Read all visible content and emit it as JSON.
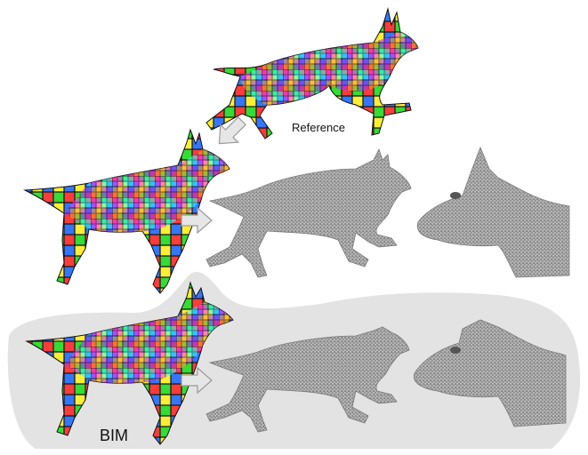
{
  "labels": {
    "reference": "Reference",
    "bim": "BIM"
  },
  "colors": {
    "background": "#ffffff",
    "bim_region": "#e3e3e3",
    "arrow_fill": "#e6e6e6",
    "arrow_stroke": "#9a9a9a",
    "mesh_gray": "#8c8c8c",
    "checker_palette": [
      "#ff3b3b",
      "#ffee33",
      "#33dd33",
      "#3377ff",
      "#ff33ff",
      "#33ffff",
      "#111111",
      "#aaaaaa",
      "#ff9933",
      "#9933ff"
    ]
  },
  "figures": [
    {
      "name": "reference-dog-textured",
      "style": "checkerboard texture"
    },
    {
      "name": "result-dog-textured",
      "style": "checkerboard texture"
    },
    {
      "name": "result-dog-mesh",
      "style": "gray wireframe"
    },
    {
      "name": "result-head-closeup",
      "style": "gray wireframe"
    },
    {
      "name": "bim-dog-textured",
      "style": "checkerboard texture"
    },
    {
      "name": "bim-dog-mesh",
      "style": "gray wireframe"
    },
    {
      "name": "bim-head-closeup",
      "style": "gray wireframe"
    }
  ],
  "arrows": [
    {
      "name": "arrow-reference-to-result",
      "direction": "down-left"
    },
    {
      "name": "arrow-result-texture-to-mesh",
      "direction": "right"
    },
    {
      "name": "arrow-bim-texture-to-mesh",
      "direction": "right"
    }
  ]
}
